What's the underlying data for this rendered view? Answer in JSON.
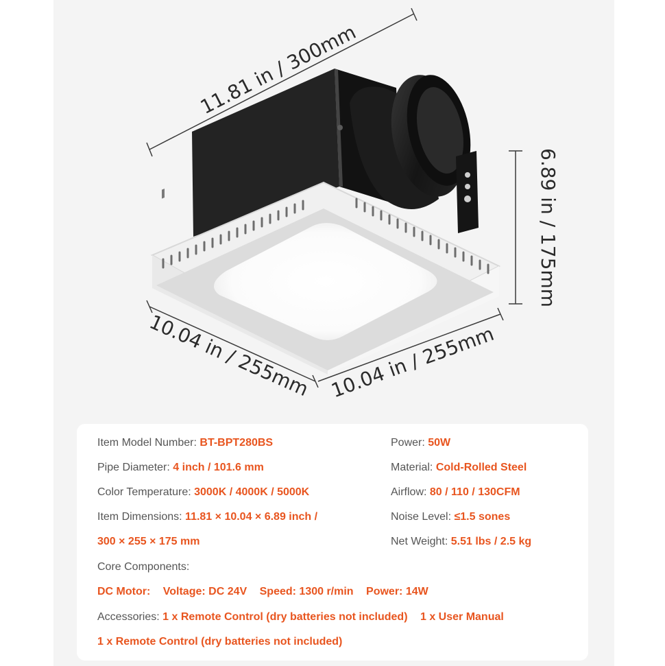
{
  "dimensions": {
    "length": "11.81 in / 300mm",
    "height": "6.89 in / 175mm",
    "width_left": "10.04 in / 255mm",
    "width_right": "10.04 in / 255mm"
  },
  "specs": {
    "model": {
      "label": "Item Model Number:",
      "value": "BT-BPT280BS"
    },
    "pipe": {
      "label": "Pipe Diameter:",
      "value": "4 inch / 101.6 mm"
    },
    "color_temp": {
      "label": "Color Temperature:",
      "value": "3000K / 4000K / 5000K"
    },
    "item_dims": {
      "label": "Item Dimensions:",
      "value": "11.81 × 10.04 × 6.89 inch /",
      "value2": "300 × 255 × 175 mm"
    },
    "power": {
      "label": "Power:",
      "value": "50W"
    },
    "material": {
      "label": "Material:",
      "value": "Cold-Rolled Steel"
    },
    "airflow": {
      "label": "Airflow:",
      "value": "80 / 110 / 130CFM"
    },
    "noise": {
      "label": "Noise Level:",
      "value": "≤1.5 sones"
    },
    "weight": {
      "label": "Net Weight:",
      "value": "5.51 lbs / 2.5 kg"
    },
    "core": {
      "label": "Core Components:",
      "motor": "DC Motor:",
      "voltage": "Voltage: DC 24V",
      "speed": "Speed: 1300 r/min",
      "power": "Power: 14W"
    },
    "accessories": {
      "label": "Accessories:",
      "item1": "1 x Remote Control (dry batteries not included)",
      "item2": "1 x User Manual",
      "item3": "1 x Remote Control (dry batteries not included)"
    }
  },
  "colors": {
    "accent": "#e8551f",
    "label": "#555555",
    "panel": "#f4f4f4"
  }
}
